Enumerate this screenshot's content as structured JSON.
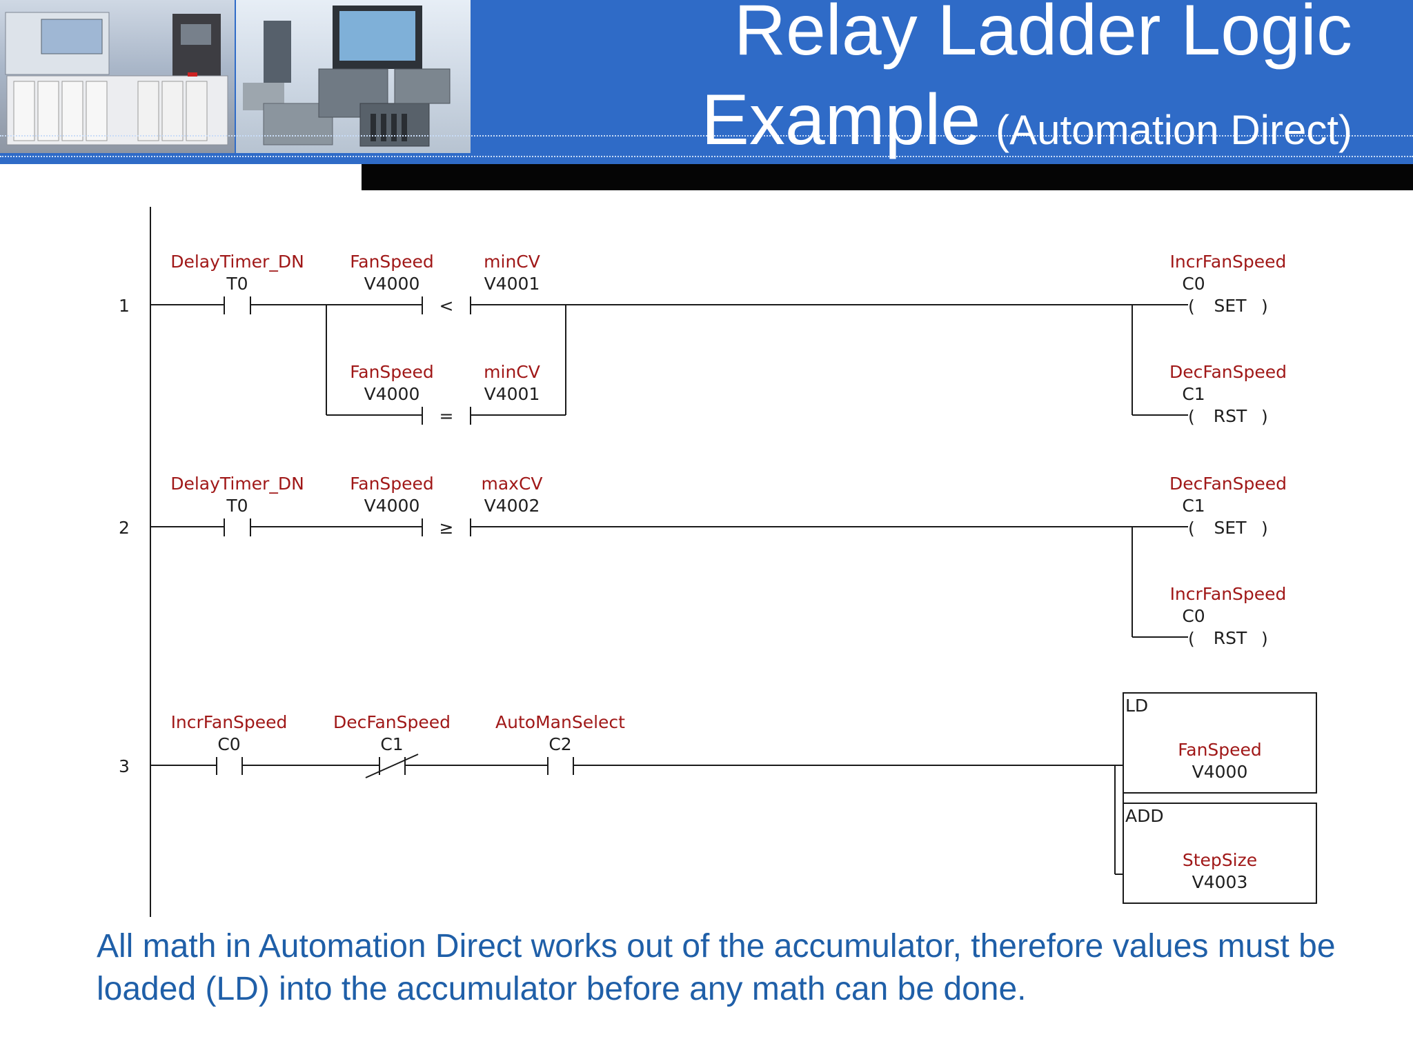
{
  "header": {
    "title_line1": "Relay Ladder Logic",
    "title_line2": "Example",
    "title_suffix": "(Automation Direct)"
  },
  "rungs": [
    {
      "number": "1",
      "contact": {
        "name": "DelayTimer_DN",
        "addr": "T0"
      },
      "compare_less": {
        "left_name": "FanSpeed",
        "left_addr": "V4000",
        "op": "<",
        "right_name": "minCV",
        "right_addr": "V4001"
      },
      "compare_equal": {
        "left_name": "FanSpeed",
        "left_addr": "V4000",
        "op": "=",
        "right_name": "minCV",
        "right_addr": "V4001"
      },
      "coils": [
        {
          "name": "IncrFanSpeed",
          "addr": "C0",
          "action": "SET"
        },
        {
          "name": "DecFanSpeed",
          "addr": "C1",
          "action": "RST"
        }
      ]
    },
    {
      "number": "2",
      "contact": {
        "name": "DelayTimer_DN",
        "addr": "T0"
      },
      "compare": {
        "left_name": "FanSpeed",
        "left_addr": "V4000",
        "op": "≥",
        "right_name": "maxCV",
        "right_addr": "V4002"
      },
      "coils": [
        {
          "name": "DecFanSpeed",
          "addr": "C1",
          "action": "SET"
        },
        {
          "name": "IncrFanSpeed",
          "addr": "C0",
          "action": "RST"
        }
      ]
    },
    {
      "number": "3",
      "contacts": [
        {
          "name": "IncrFanSpeed",
          "addr": "C0",
          "type": "NO"
        },
        {
          "name": "DecFanSpeed",
          "addr": "C1",
          "type": "NC"
        },
        {
          "name": "AutoManSelect",
          "addr": "C2",
          "type": "NO"
        }
      ],
      "boxes": [
        {
          "op": "LD",
          "name": "FanSpeed",
          "addr": "V4000"
        },
        {
          "op": "ADD",
          "name": "StepSize",
          "addr": "V4003"
        }
      ]
    }
  ],
  "caption": "All math in Automation Direct works out of the accumulator, therefore values must be loaded (LD) into the accumulator before any math can be done."
}
